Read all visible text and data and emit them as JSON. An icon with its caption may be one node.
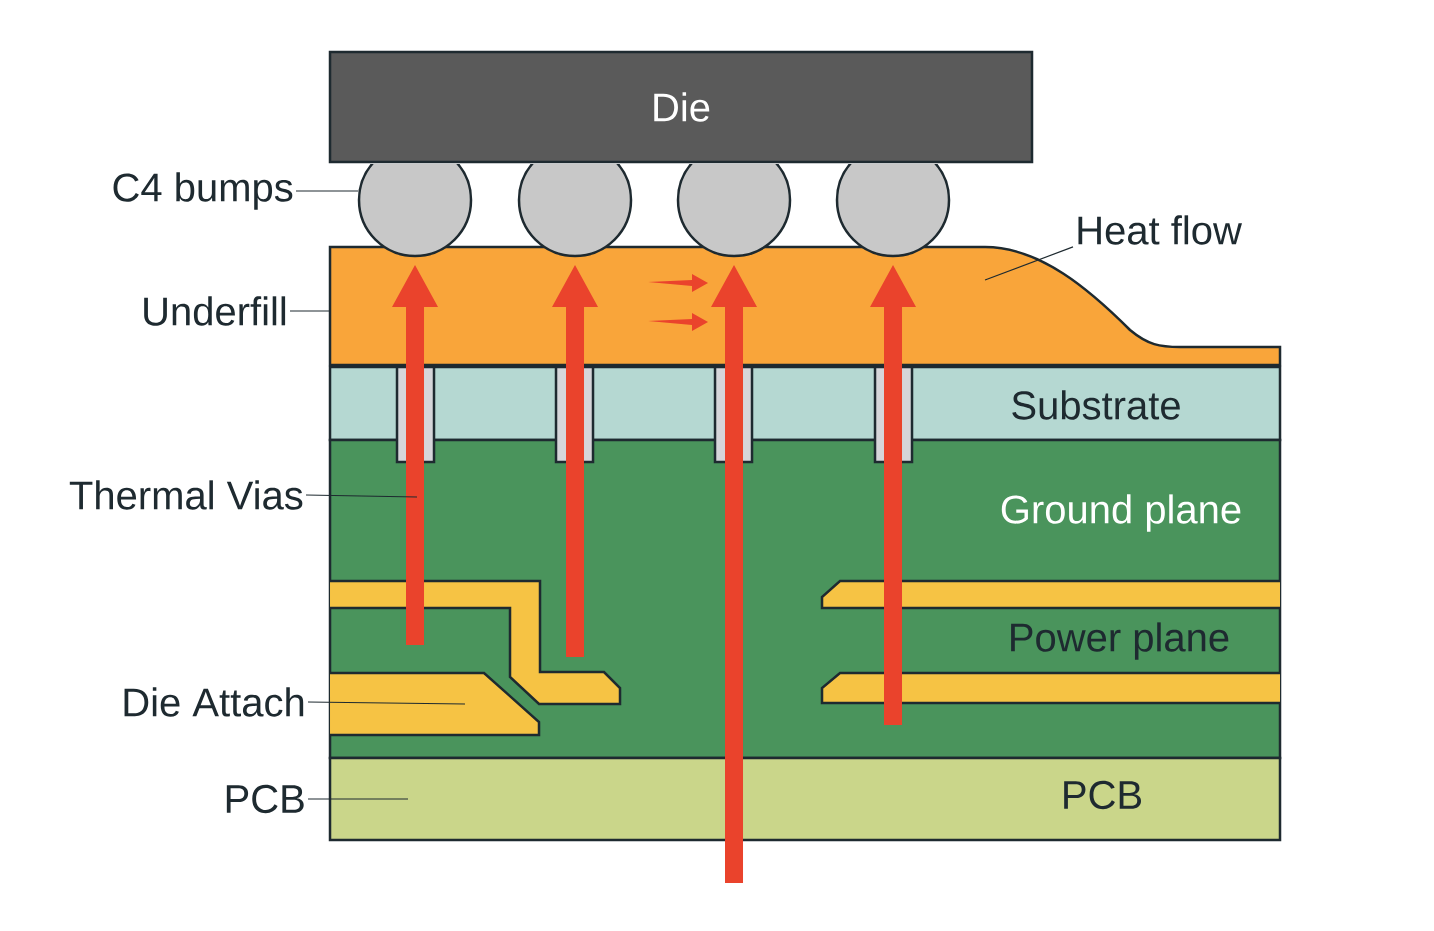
{
  "diagram": {
    "nodes": [
      {
        "text": [
          "Die"
        ]
      },
      {
        "text": [],
        "shape": "circle"
      },
      {
        "text": [],
        "shape": "circle"
      },
      {
        "text": [],
        "shape": "circle"
      },
      {
        "text": [],
        "shape": "circle"
      },
      {
        "text": [],
        "shape": "box"
      },
      {
        "text": [
          "Substrate"
        ]
      },
      {
        "text": [
          "Ground plane"
        ]
      },
      {
        "text": [
          "PCB"
        ]
      },
      {
        "text": [
          "C4 bumps"
        ]
      },
      {
        "text": [
          "Underfill"
        ]
      },
      {
        "text": [
          "Thermal Vias"
        ]
      },
      {
        "text": [
          "Die Attach"
        ]
      },
      {
        "text": [
          "PCB"
        ]
      },
      {
        "text": [
          "Heat flow"
        ]
      },
      {
        "text": [],
        "shape": "box"
      },
      {
        "text": [],
        "shape": "box"
      },
      {
        "text": [],
        "shape": "box"
      },
      {
        "text": [],
        "shape": "box"
      },
      {
        "text": [],
        "shape": "bar",
        "in": 7
      },
      {
        "text": [],
        "shape": "bar",
        "in": 7
      },
      {
        "text": [],
        "shape": "bar",
        "in": 7
      },
      {
        "text": [],
        "shape": "bar",
        "in": 7
      }
    ],
    "edges": [
      {
        "from": 9,
        "to": 1,
        "arrow": "none"
      },
      {
        "from": 10,
        "to": 5,
        "arrow": "none"
      },
      {
        "from": 11,
        "to": 7,
        "arrow": "none"
      },
      {
        "from": 12,
        "to": 21,
        "arrow": "none"
      },
      {
        "from": 13,
        "to": 8,
        "arrow": "none"
      },
      {
        "from": 14,
        "to": 5,
        "arrow": "none"
      }
    ],
    "labels": [
      "Power plane"
    ]
  }
}
